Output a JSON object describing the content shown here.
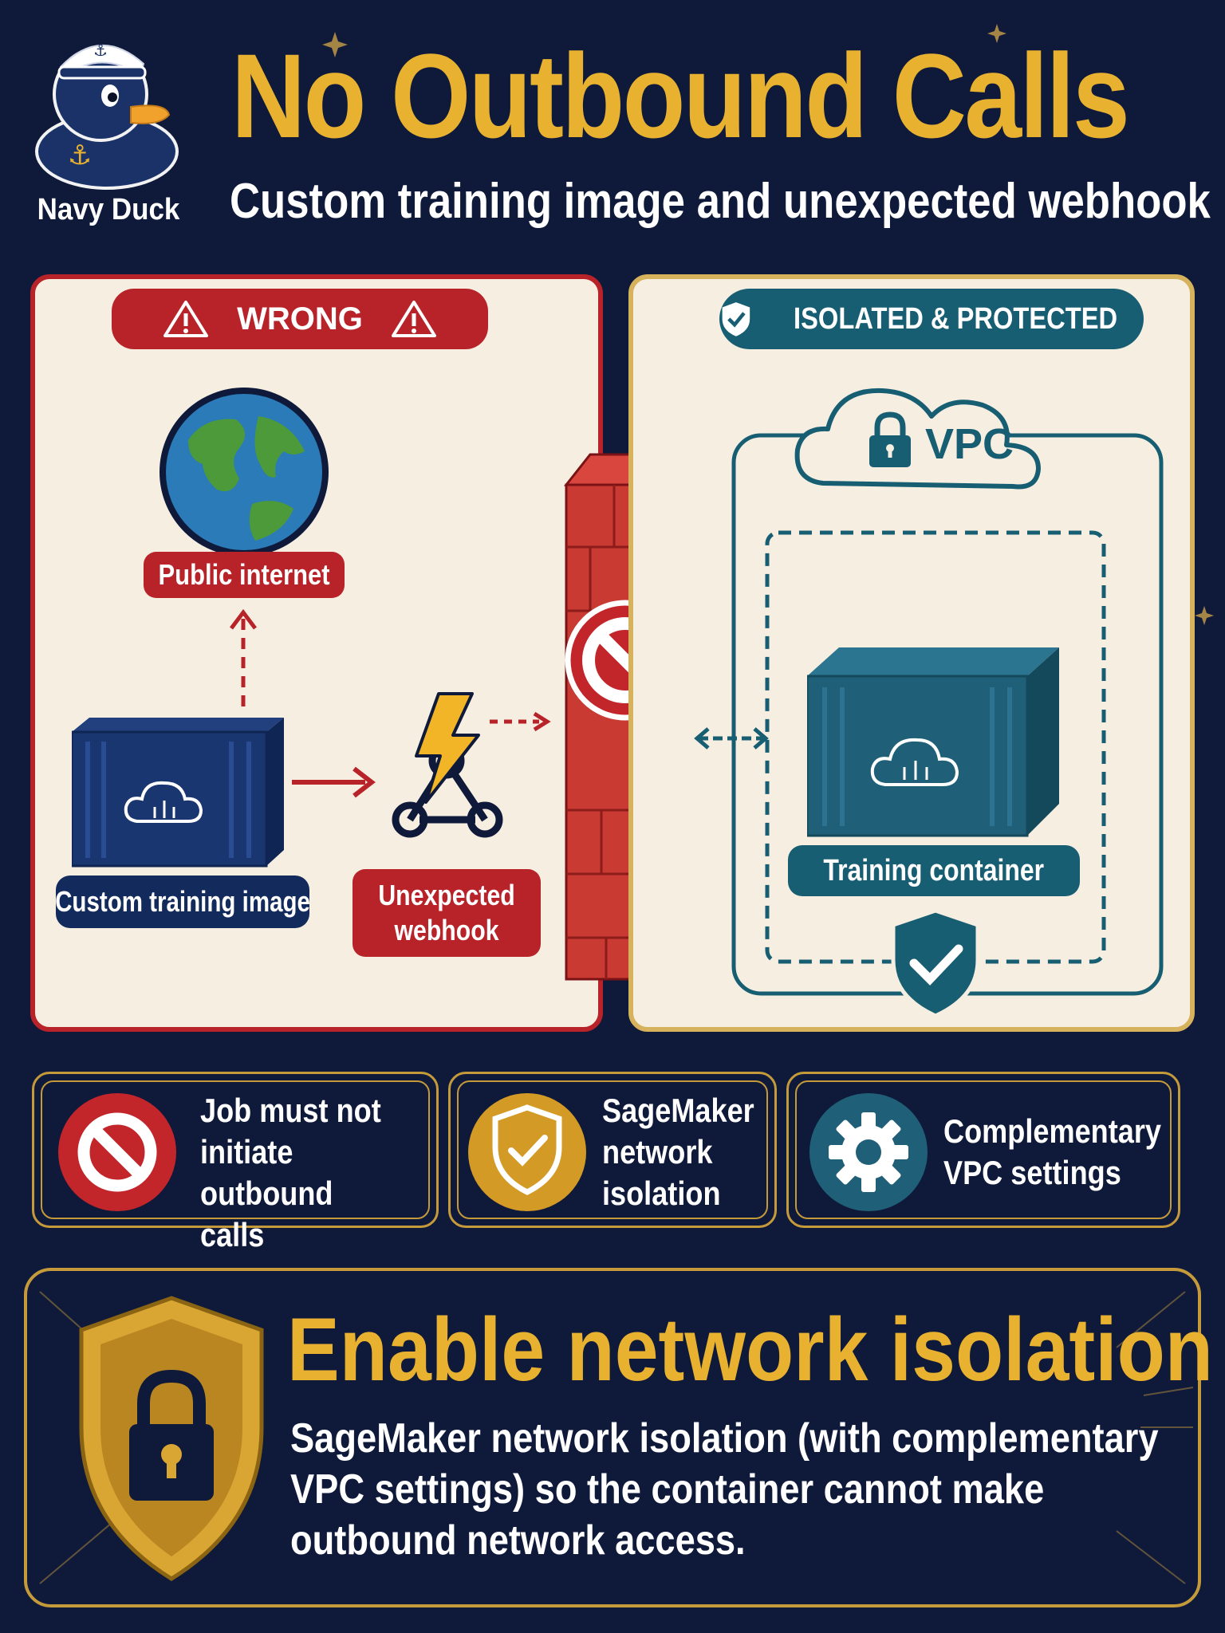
{
  "header": {
    "title": "No Outbound Calls",
    "subtitle": "Custom training image and unexpected webhook",
    "brand_name": "Navy Duck"
  },
  "wrong_panel": {
    "banner": "WRONG",
    "public_internet_label": "Public internet",
    "image_label": "Custom training image",
    "webhook_label_line1": "Unexpected",
    "webhook_label_line2": "webhook"
  },
  "safe_panel": {
    "banner": "ISOLATED & PROTECTED",
    "vpc_label": "VPC",
    "container_label": "Training container"
  },
  "benefits": [
    {
      "line1": "Job must not",
      "line2": "initiate outbound",
      "line3": "calls",
      "icon": "prohibited-icon"
    },
    {
      "line1": "SageMaker",
      "line2": "network",
      "line3": "isolation",
      "icon": "shield-check-icon"
    },
    {
      "line1": "Complementary",
      "line2": "VPC settings",
      "icon": "gear-icon"
    }
  ],
  "callout": {
    "title": "Enable network isolation",
    "body_line1": "SageMaker network isolation (with complementary",
    "body_line2": "VPC settings) so the container cannot make",
    "body_line3": "outbound network access."
  },
  "colors": {
    "background": "#0f1a3a",
    "accent_gold": "#e8b230",
    "danger_red": "#b8232a",
    "safe_teal": "#185e73",
    "panel_cream": "#f6efe1"
  }
}
